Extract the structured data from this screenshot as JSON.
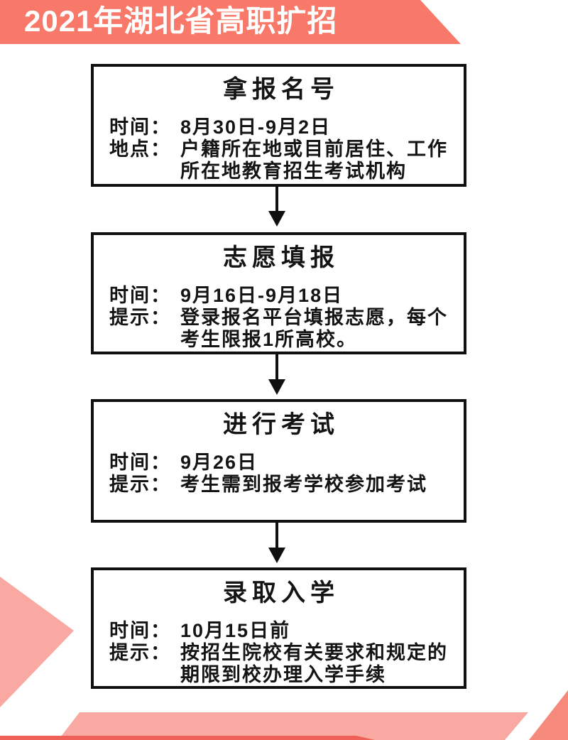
{
  "banner": {
    "title": "2021年湖北省高职扩招"
  },
  "colors": {
    "banner": "#F8796A",
    "light": "#F9A9A2",
    "strip": "#EF6156",
    "stripe": "#F5897B",
    "text": "#141414",
    "border": "#101010"
  },
  "steps": [
    {
      "title": "拿报名号",
      "rows": [
        {
          "label": "时间：",
          "value": "8月30日-9月2日"
        },
        {
          "label": "地点：",
          "value": "户籍所在地或目前居住、工作所在地教育招生考试机构"
        }
      ]
    },
    {
      "title": "志愿填报",
      "rows": [
        {
          "label": "时间：",
          "value": "9月16日-9月18日"
        },
        {
          "label": "提示：",
          "value": "登录报名平台填报志愿，每个考生限报1所高校。"
        }
      ]
    },
    {
      "title": "进行考试",
      "rows": [
        {
          "label": "时间：",
          "value": "9月26日"
        },
        {
          "label": "提示：",
          "value": "考生需到报考学校参加考试"
        }
      ]
    },
    {
      "title": "录取入学",
      "rows": [
        {
          "label": "时间：",
          "value": "10月15日前"
        },
        {
          "label": "提示：",
          "value": "按招生院校有关要求和规定的期限到校办理入学手续"
        }
      ]
    }
  ]
}
